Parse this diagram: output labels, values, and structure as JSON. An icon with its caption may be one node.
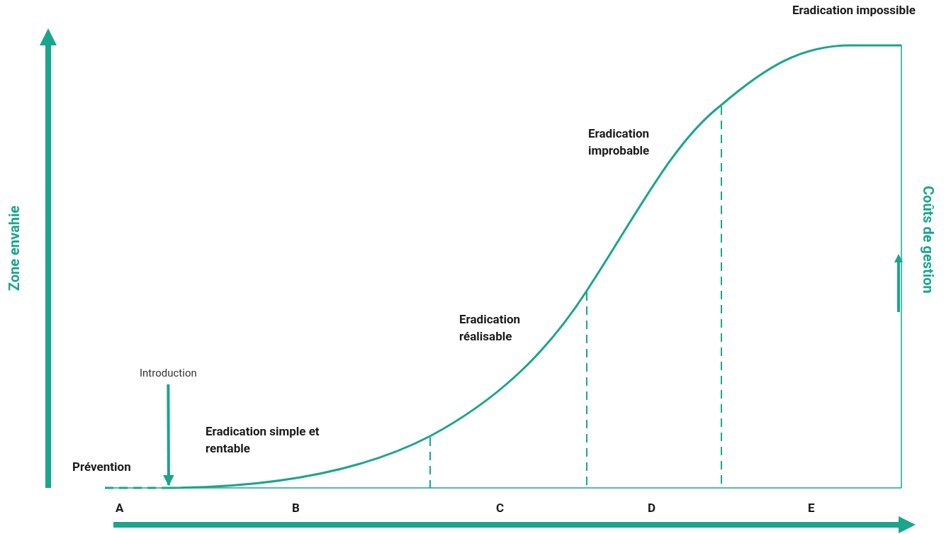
{
  "diagram": {
    "nodes": [
      {
        "text": [
          "Introduction"
        ]
      },
      {
        "text": [],
        "shape": "line"
      }
    ],
    "edges": [
      {
        "from": 0,
        "to": 1,
        "arrow": "to"
      }
    ],
    "labels": [
      "Eradication impossible",
      "Eradication improbable",
      "Zone envahie",
      "Coûts de gestion",
      "Eradication réalisable",
      "Eradication simple et rentable",
      "Prévention",
      "A",
      "B",
      "C",
      "D",
      "E"
    ]
  }
}
